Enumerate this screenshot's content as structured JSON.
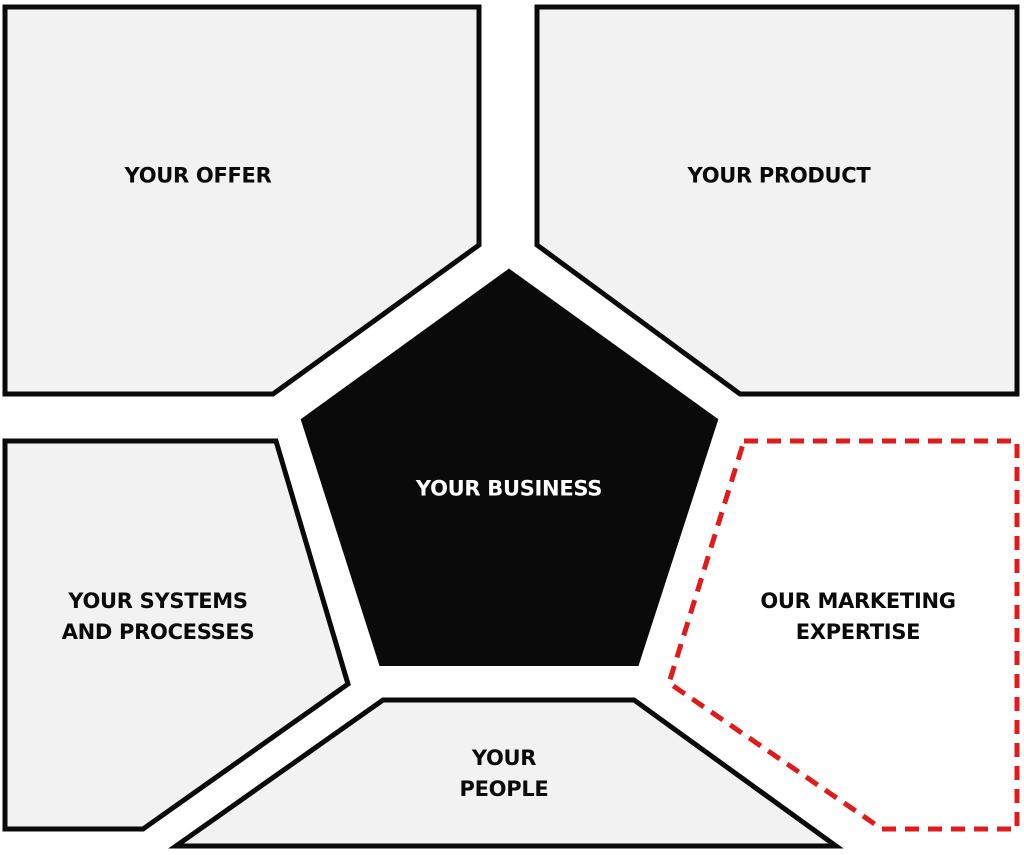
{
  "colors": {
    "panel_fill": "#f2f2f2",
    "outline": "#0a0a0a",
    "center_fill": "#0a0a0a",
    "center_text": "#ffffff",
    "highlight_outline": "#e01b1b"
  },
  "diagram": {
    "center": {
      "label": "YOUR BUSINESS"
    },
    "offer": {
      "label": "YOUR OFFER"
    },
    "product": {
      "label": "YOUR PRODUCT"
    },
    "systems": {
      "line1": "YOUR SYSTEMS",
      "line2": "AND PROCESSES"
    },
    "people": {
      "line1": "YOUR",
      "line2": "PEOPLE"
    },
    "marketing": {
      "line1": "OUR MARKETING",
      "line2": "EXPERTISE"
    }
  }
}
